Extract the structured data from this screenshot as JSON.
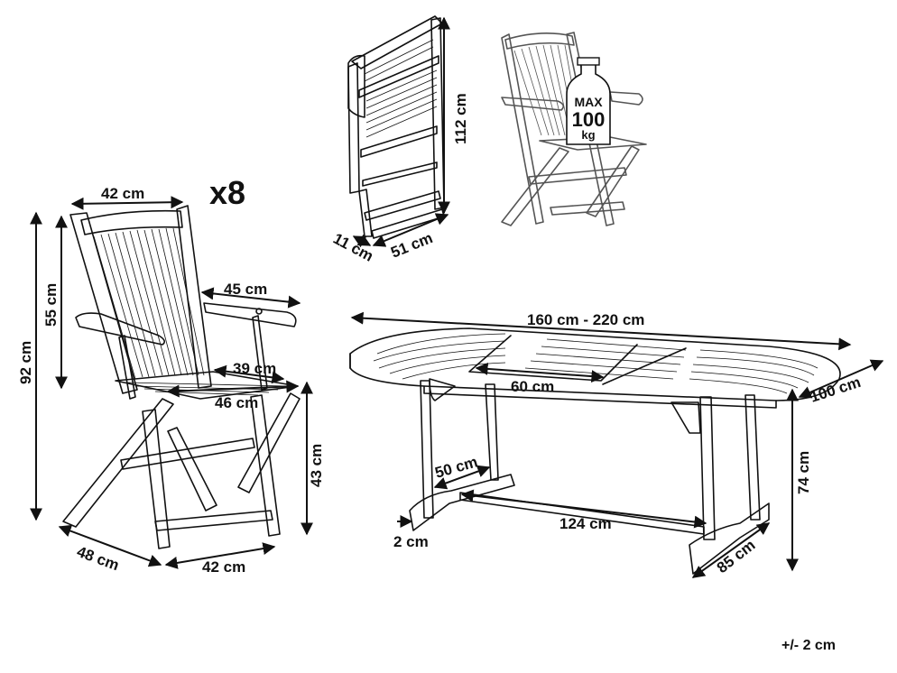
{
  "quantity": "x8",
  "chair": {
    "width_top": "42 cm",
    "backrest_height": "55 cm",
    "total_height": "92 cm",
    "armrest_length": "45 cm",
    "seat_depth": "39 cm",
    "seat_width": "46 cm",
    "seat_height": "43 cm",
    "base_depth": "48 cm",
    "base_width": "42 cm"
  },
  "folded_chair": {
    "height": "112 cm",
    "thickness": "11 cm",
    "depth": "51 cm"
  },
  "load_badge": {
    "line1": "MAX",
    "line2": "100",
    "line3": "kg"
  },
  "table": {
    "length": "160 cm - 220 cm",
    "extension": "60 cm",
    "width": "100 cm",
    "height": "74 cm",
    "leg_depth": "50 cm",
    "stretcher_length": "124 cm",
    "foot_offset": "2 cm",
    "base_depth": "85 cm"
  },
  "tolerance": "+/- 2 cm"
}
